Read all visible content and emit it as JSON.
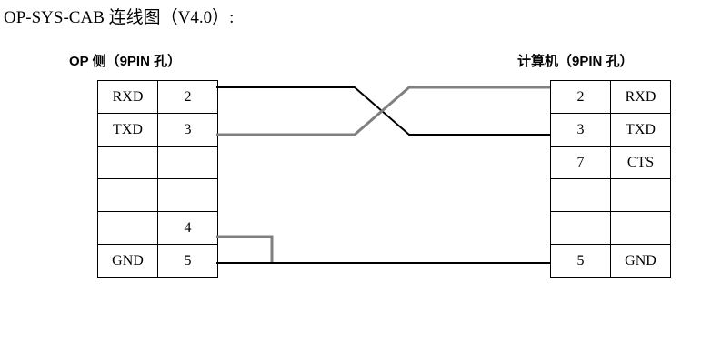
{
  "title": "OP-SYS-CAB 连线图（V4.0）:",
  "headers": {
    "left": "OP 侧（9PIN 孔）",
    "right": "计算机（9PIN 孔）"
  },
  "left_table": {
    "rows": [
      {
        "name": "RXD",
        "pin": "2"
      },
      {
        "name": "TXD",
        "pin": "3"
      },
      {
        "name": "",
        "pin": ""
      },
      {
        "name": "",
        "pin": ""
      },
      {
        "name": "",
        "pin": "4"
      },
      {
        "name": "GND",
        "pin": "5"
      }
    ]
  },
  "right_table": {
    "rows": [
      {
        "pin": "2",
        "name": "RXD"
      },
      {
        "pin": "3",
        "name": "TXD"
      },
      {
        "pin": "7",
        "name": "CTS"
      },
      {
        "pin": "",
        "name": ""
      },
      {
        "pin": "",
        "name": ""
      },
      {
        "pin": "5",
        "name": "GND"
      }
    ]
  },
  "wires": {
    "colors": {
      "black": "#000000",
      "gray": "#808080"
    },
    "connections": [
      {
        "id": "rxd-to-txd",
        "from": "OP.2 RXD",
        "to": "PC.3 TXD",
        "color": "#000000",
        "crossed": true
      },
      {
        "id": "txd-to-rxd",
        "from": "OP.3 TXD",
        "to": "PC.2 RXD",
        "color": "#808080",
        "crossed": true
      },
      {
        "id": "pin4-loop",
        "from": "OP.4",
        "to": "OP.5 GND",
        "color": "#808080",
        "crossed": false
      },
      {
        "id": "gnd-to-gnd",
        "from": "OP.5 GND",
        "to": "PC.5 GND",
        "color": "#000000",
        "crossed": false
      }
    ]
  }
}
